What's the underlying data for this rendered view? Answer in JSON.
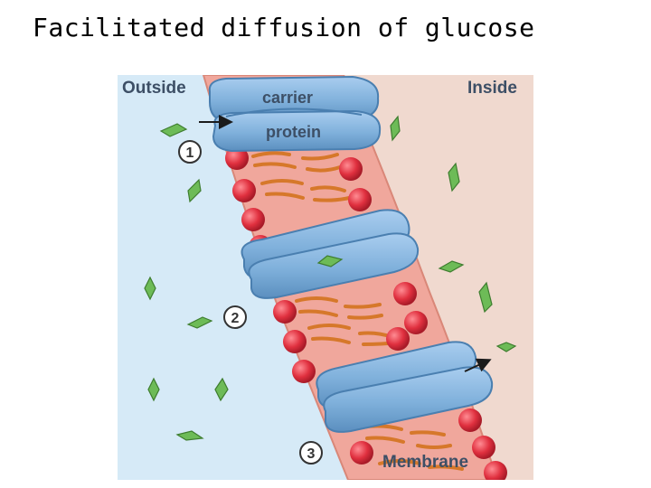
{
  "title": "Facilitated diffusion of glucose",
  "diagram": {
    "outside_label": "Outside",
    "inside_label": "Inside",
    "carrier_label_line1": "carrier",
    "carrier_label_line2": "protein",
    "membrane_label": "Membrane",
    "steps": [
      "1",
      "2",
      "3"
    ],
    "colors": {
      "outside_bg": "#d6eaf7",
      "inside_bg": "#f0d9cf",
      "membrane": "#f0a79c",
      "phospholipid_head": "#e0303f",
      "lipid_tail": "#d6782a",
      "carrier_protein": "#7fb0db",
      "glucose": "#6dbb57",
      "label_text": "#3d4f66"
    },
    "icons": [
      "glucose-molecule-icon",
      "arrow-icon"
    ]
  }
}
